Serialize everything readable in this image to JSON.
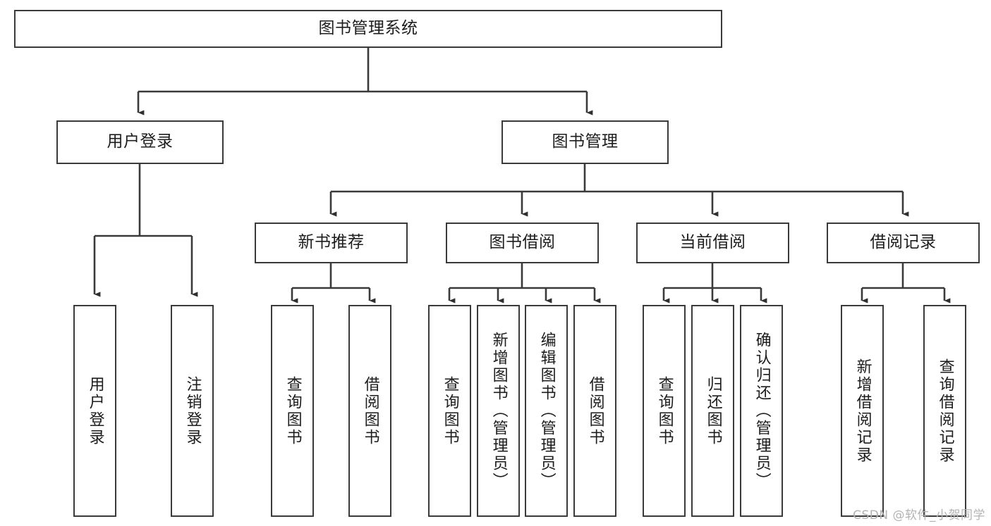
{
  "diagram": {
    "title": "图书管理系统",
    "watermark": "CSDN @软件_小贺同学",
    "colors": {
      "stroke": "#3a3a3a",
      "fill": "#ffffff",
      "text": "#1d1d1d",
      "watermark": "#b3b3b3"
    },
    "nodes": {
      "root": {
        "label": "图书管理系统"
      },
      "level2": [
        {
          "label": "用户登录"
        },
        {
          "label": "图书管理"
        }
      ],
      "level3": [
        {
          "label": "新书推荐"
        },
        {
          "label": "图书借阅"
        },
        {
          "label": "当前借阅"
        },
        {
          "label": "借阅记录"
        }
      ],
      "leaves": {
        "user_login": [
          {
            "label": "用户登录"
          },
          {
            "label": "注销登录"
          }
        ],
        "new_book": [
          {
            "label": "查询图书"
          },
          {
            "label": "借阅图书"
          }
        ],
        "book_borrow": [
          {
            "label": "查询图书"
          },
          {
            "label": "新增图书（管理员）"
          },
          {
            "label": "编辑图书（管理员）"
          },
          {
            "label": "借阅图书"
          }
        ],
        "current_borrow": [
          {
            "label": "查询图书"
          },
          {
            "label": "归还图书"
          },
          {
            "label": "确认归还（管理员）"
          }
        ],
        "borrow_record": [
          {
            "label": "新增借阅记录"
          },
          {
            "label": "查询借阅记录"
          }
        ]
      }
    }
  }
}
